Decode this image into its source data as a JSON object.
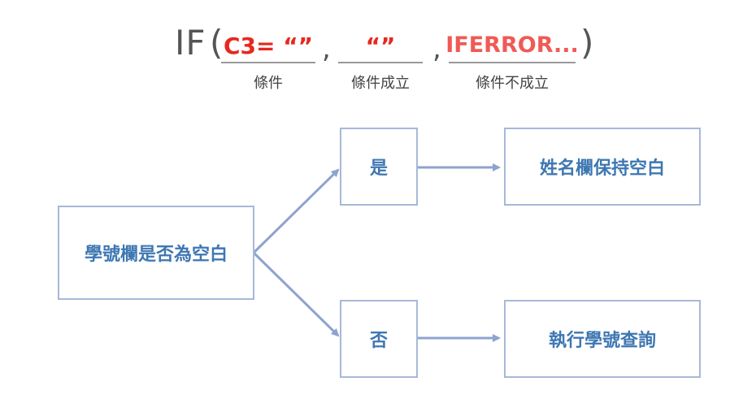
{
  "formula": {
    "function_name": "IF",
    "open_paren": "(",
    "close_paren": ")",
    "comma": ",",
    "args": [
      {
        "text": "C3=  “”",
        "label": "條件",
        "color": "#e8271e"
      },
      {
        "text": "“”",
        "label": "條件成立",
        "color": "#e8271e"
      },
      {
        "text": "IFERROR...",
        "label": "條件不成立",
        "color": "#f05a55"
      }
    ]
  },
  "flowchart": {
    "decision": "學號欄是否為空白",
    "yes": "是",
    "no": "否",
    "yes_result": "姓名欄保持空白",
    "no_result": "執行學號查詢"
  },
  "colors": {
    "box_border": "#a7b8d8",
    "box_text": "#3e77b2",
    "arrow": "#8ea3cf",
    "underline": "#999999"
  }
}
